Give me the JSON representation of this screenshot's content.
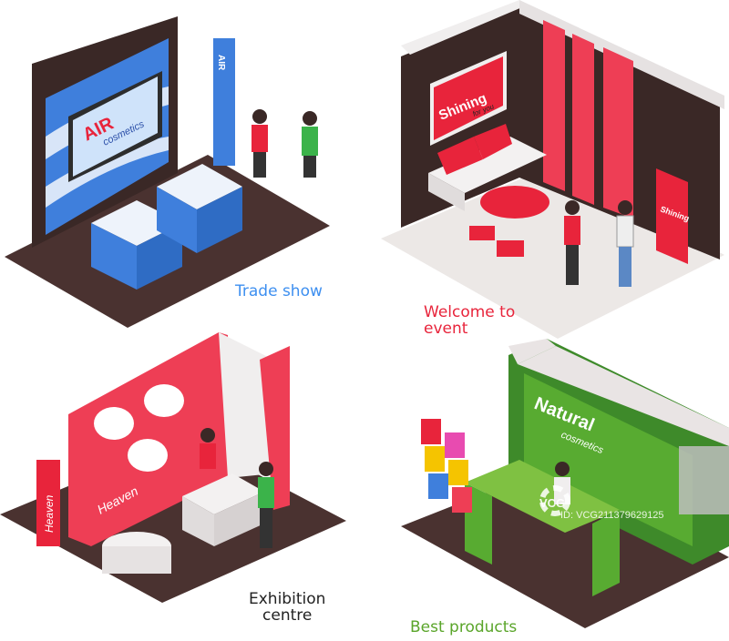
{
  "captions": {
    "trade_show": "Trade show",
    "welcome_line1": "Welcome to",
    "welcome_line2": "event",
    "exhibition_line1": "Exhibition",
    "exhibition_line2": "centre",
    "best_products": "Best products"
  },
  "signage": {
    "air": "AIR",
    "air_sub": "cosmetics",
    "shining": "Shining",
    "shining_sub": "for you",
    "heaven": "Heaven",
    "natural": "Natural",
    "natural_sub": "cosmetics"
  },
  "watermark": {
    "logo": "VCG",
    "id": "ID: VCG211379629125"
  },
  "colors": {
    "trade_blue": "#3d8ff0",
    "event_red": "#e8243b",
    "best_green": "#5aa52a",
    "floor_dark": "#4a3230"
  }
}
